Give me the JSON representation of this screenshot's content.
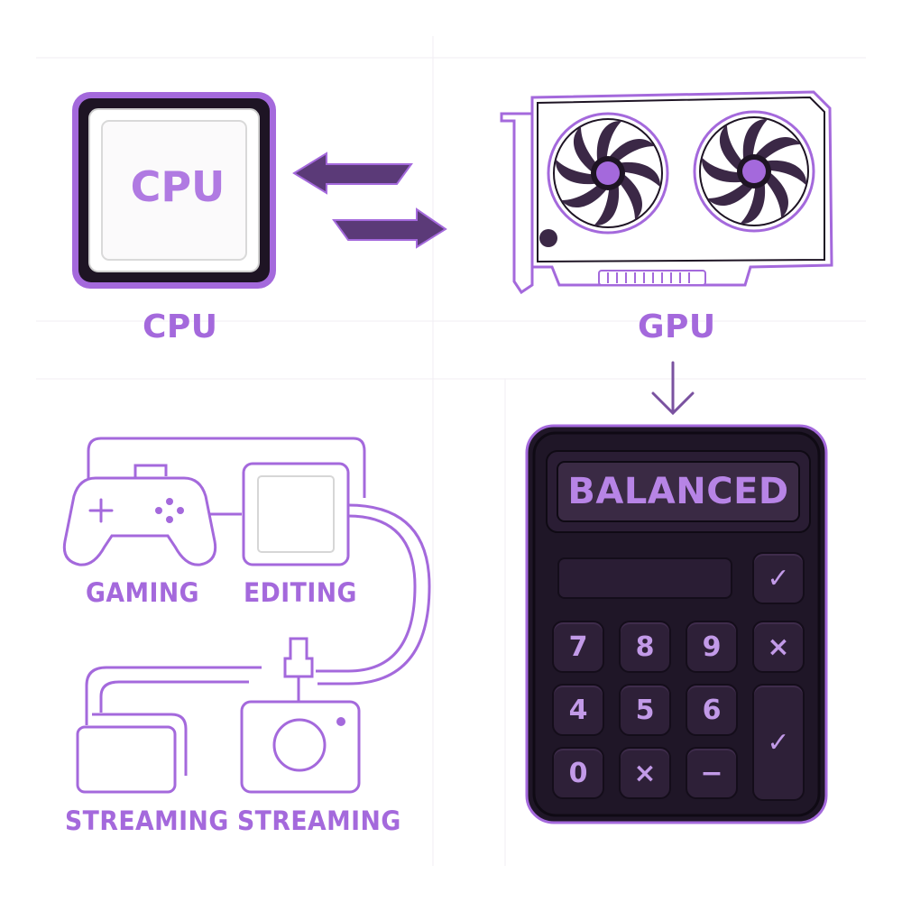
{
  "components": {
    "cpu": {
      "chip_text": "CPU",
      "label": "CPU"
    },
    "gpu": {
      "label": "GPU"
    }
  },
  "mode_panel": {
    "display_text": "BALANCED",
    "keys": [
      {
        "name": "check",
        "glyph": "✓"
      },
      {
        "name": "7",
        "glyph": "7"
      },
      {
        "name": "8",
        "glyph": "8"
      },
      {
        "name": "9",
        "glyph": "9"
      },
      {
        "name": "multiply",
        "glyph": "×"
      },
      {
        "name": "4",
        "glyph": "4"
      },
      {
        "name": "5",
        "glyph": "5"
      },
      {
        "name": "6",
        "glyph": "6"
      },
      {
        "name": "check-large",
        "glyph": "✓"
      },
      {
        "name": "0",
        "glyph": "0"
      },
      {
        "name": "multiply-2",
        "glyph": "×"
      },
      {
        "name": "minus",
        "glyph": "−"
      }
    ]
  },
  "use_cases": [
    {
      "label": "GAMING",
      "icon": "gamepad-icon"
    },
    {
      "label": "EDITING",
      "icon": "monitor-icon"
    },
    {
      "label": "STREAMING",
      "icon": "screen-icon"
    },
    {
      "label": "STREAMING",
      "icon": "camera-icon"
    }
  ],
  "colors": {
    "accent": "#a469dc",
    "outline_dark": "#1e1424",
    "panel_body": "#1f1627",
    "fan_blade": "#3b2846"
  }
}
